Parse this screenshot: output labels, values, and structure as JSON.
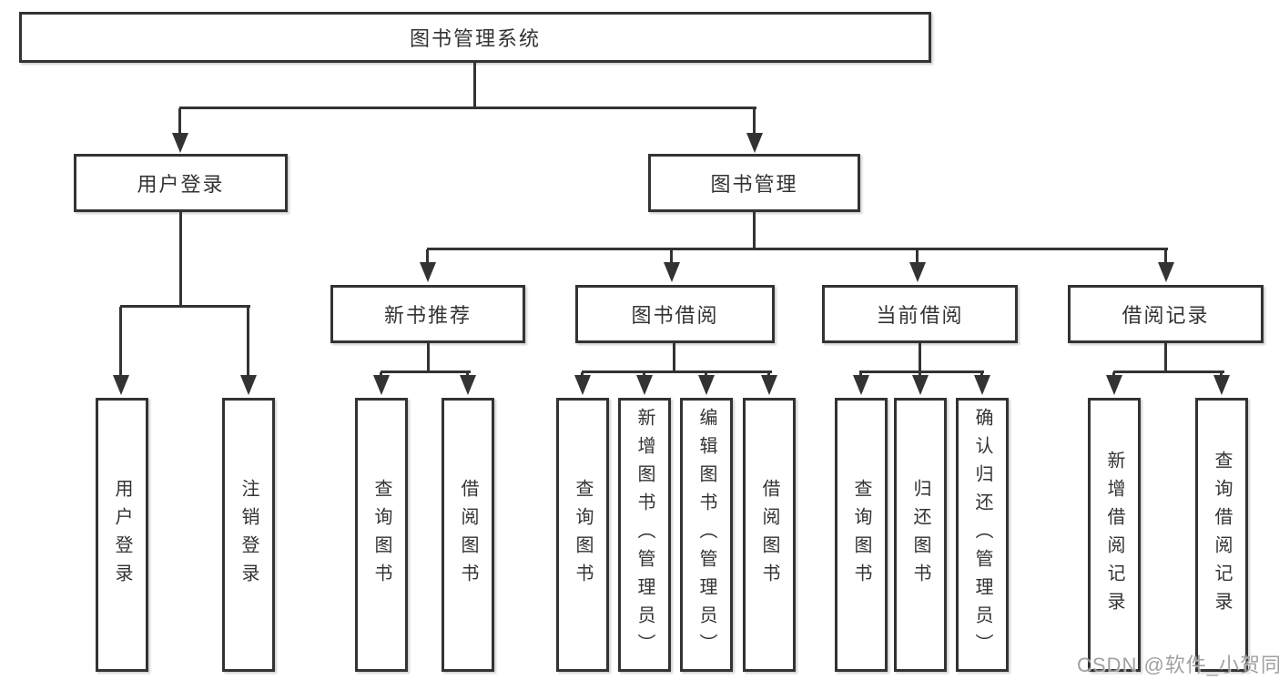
{
  "colors": {
    "line": "#333333",
    "text": "#333333",
    "background": "#ffffff",
    "watermark": "#9a9a9a"
  },
  "tree": {
    "root": "图书管理系统",
    "branches": [
      {
        "label": "用户登录",
        "children": [
          "用户登录",
          "注销登录"
        ]
      },
      {
        "label": "图书管理",
        "groups": [
          {
            "label": "新书推荐",
            "children": [
              "查询图书",
              "借阅图书"
            ]
          },
          {
            "label": "图书借阅",
            "children": [
              "查询图书",
              "新增图书（管理员）",
              "编辑图书（管理员）",
              "借阅图书"
            ]
          },
          {
            "label": "当前借阅",
            "children": [
              "查询图书",
              "归还图书",
              "确认归还（管理员）"
            ]
          },
          {
            "label": "借阅记录",
            "children": [
              "新增借阅记录",
              "查询借阅记录"
            ]
          }
        ]
      }
    ]
  },
  "watermark": "CSDN @软件_小贺同学"
}
